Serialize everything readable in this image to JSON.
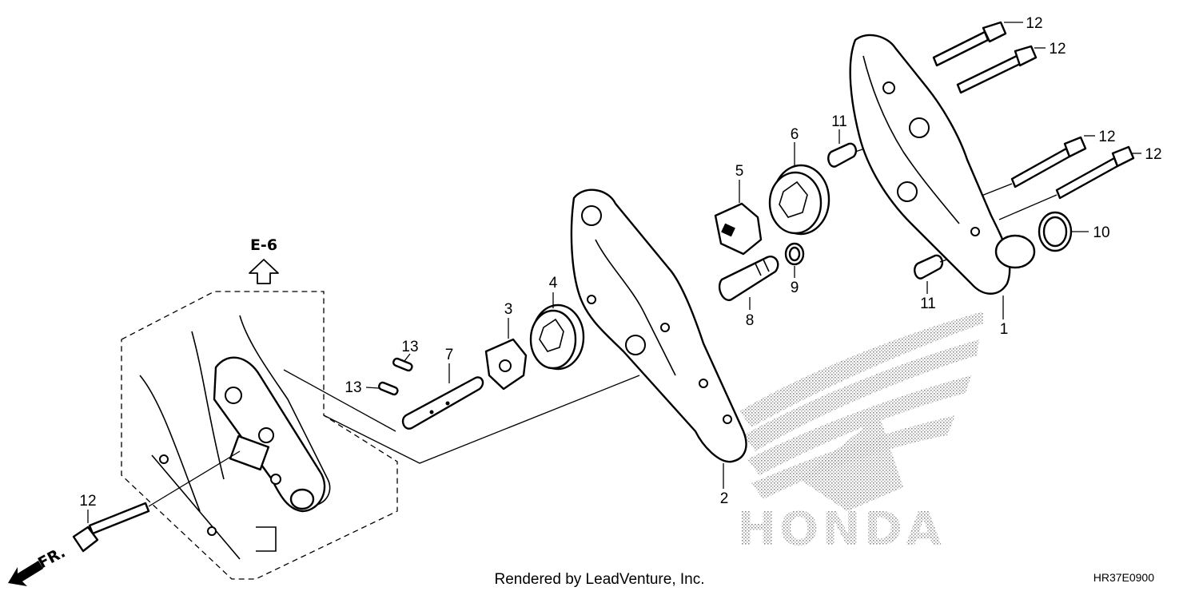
{
  "callouts": {
    "c1": "1",
    "c2": "2",
    "c3": "3",
    "c4": "4",
    "c5": "5",
    "c6": "6",
    "c7": "7",
    "c8": "8",
    "c9": "9",
    "c10": "10",
    "c11a": "11",
    "c11b": "11",
    "c12a": "12",
    "c12b": "12",
    "c12c": "12",
    "c12d": "12",
    "c12e": "12",
    "c13a": "13",
    "c13b": "13"
  },
  "reference": "E-6",
  "front_marker": "FR.",
  "brand": "HONDA",
  "credit": "Rendered by LeadVenture, Inc.",
  "diagram_code": "HR37E0900"
}
